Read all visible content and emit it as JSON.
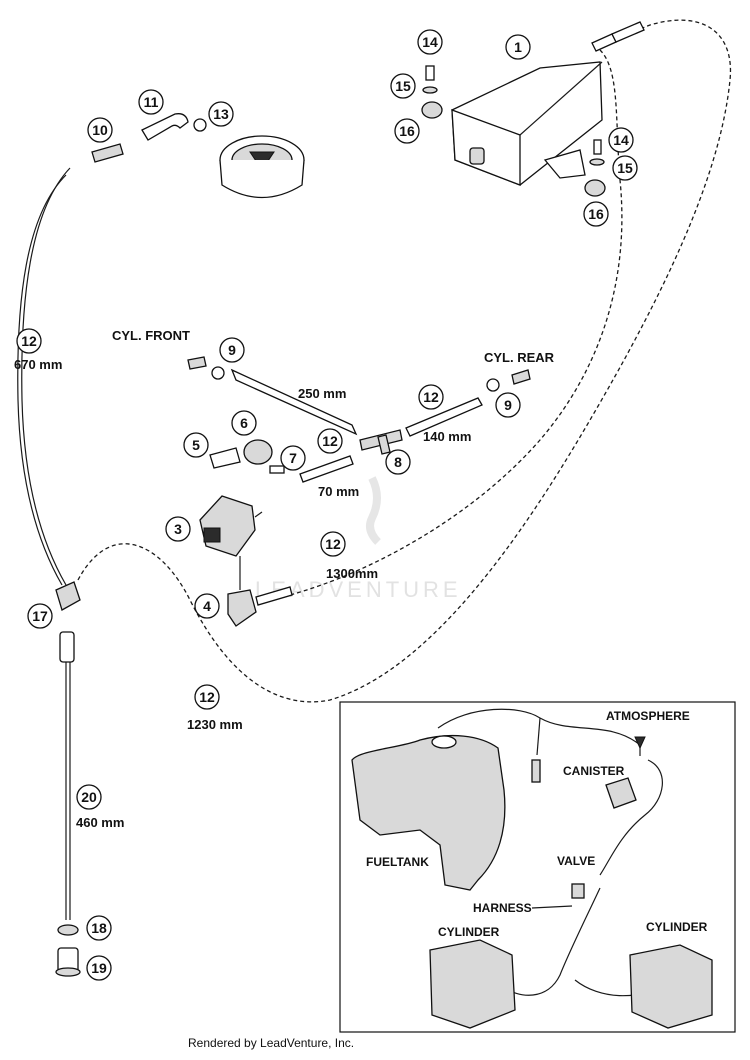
{
  "callouts": {
    "c1": "1",
    "c3": "3",
    "c4": "4",
    "c5": "5",
    "c6": "6",
    "c7": "7",
    "c8": "8",
    "c9a": "9",
    "c9b": "9",
    "c10": "10",
    "c11": "11",
    "c12a": "12",
    "c12b": "12",
    "c12c": "12",
    "c12d": "12",
    "c12e": "12",
    "c13": "13",
    "c14a": "14",
    "c14b": "14",
    "c15a": "15",
    "c15b": "15",
    "c16a": "16",
    "c16b": "16",
    "c17": "17",
    "c18": "18",
    "c19": "19",
    "c20": "20"
  },
  "labels": {
    "cyl_front": "CYL. FRONT",
    "cyl_rear": "CYL. REAR",
    "len_670": "670 mm",
    "len_250": "250 mm",
    "len_140": "140 mm",
    "len_70": "70 mm",
    "len_1300": "1300mm",
    "len_1230": "1230 mm",
    "len_460": "460 mm"
  },
  "inset": {
    "atmosphere": "ATMOSPHERE",
    "canister": "CANISTER",
    "fueltank": "FUELTANK",
    "valve": "VALVE",
    "harness": "HARNESS",
    "cylinder_left": "CYLINDER",
    "cylinder_right": "CYLINDER"
  },
  "watermark": "LEADVENTURE",
  "footer": "Rendered by LeadVenture, Inc."
}
